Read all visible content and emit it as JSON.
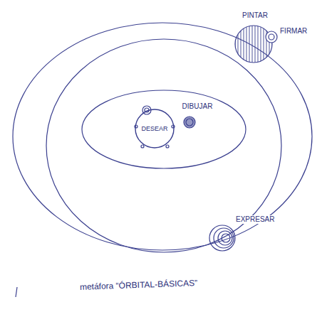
{
  "diagram": {
    "caption": "metáfora “ÓRBITAL-BÁSICAS”",
    "nodes": [
      {
        "text": [
          "PINTAR"
        ]
      },
      {
        "text": [
          "FIRMAR"
        ]
      },
      {
        "text": [
          "DIBUJAR"
        ]
      },
      {
        "text": [
          "DESEAR"
        ]
      },
      {
        "text": [
          "EXPRESAR"
        ]
      }
    ]
  }
}
